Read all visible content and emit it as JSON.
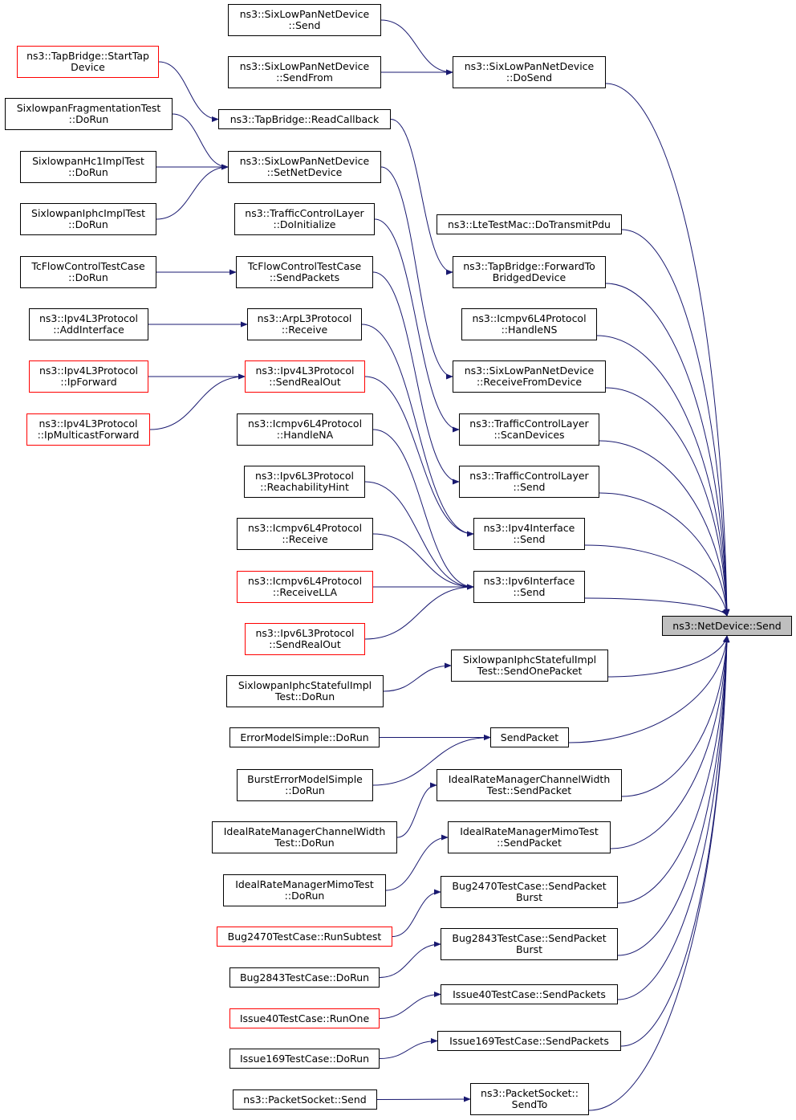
{
  "diagram_title": "",
  "colors": {
    "edge": "#191970",
    "box_border": "#000000",
    "truncated_border": "#ff0000",
    "focus_fill": "#bfbfbf"
  },
  "focus": {
    "line1": "ns3::NetDevice::Send",
    "line2": ""
  },
  "nodes": {
    "sixlow_send": {
      "line1": "ns3::SixLowPanNetDevice",
      "line2": "::Send"
    },
    "sixlow_sendfrom": {
      "line1": "ns3::SixLowPanNetDevice",
      "line2": "::SendFrom"
    },
    "sixlow_dosend": {
      "line1": "ns3::SixLowPanNetDevice",
      "line2": "::DoSend"
    },
    "tap_starttap": {
      "line1": "ns3::TapBridge::StartTap",
      "line2": "Device"
    },
    "sixlow_fragtest": {
      "line1": "SixlowpanFragmentationTest",
      "line2": "::DoRun"
    },
    "tap_readcb": {
      "line1": "ns3::TapBridge::ReadCallback",
      "line2": ""
    },
    "sixlow_hc1test": {
      "line1": "SixlowpanHc1ImplTest",
      "line2": "::DoRun"
    },
    "sixlow_setnet": {
      "line1": "ns3::SixLowPanNetDevice",
      "line2": "::SetNetDevice"
    },
    "sixlow_iphctest": {
      "line1": "SixlowpanIphcImplTest",
      "line2": "::DoRun"
    },
    "tcl_doinit": {
      "line1": "ns3::TrafficControlLayer",
      "line2": "::DoInitialize"
    },
    "lte_dotx": {
      "line1": "ns3::LteTestMac::DoTransmitPdu",
      "line2": ""
    },
    "tc_dorun": {
      "line1": "TcFlowControlTestCase",
      "line2": "::DoRun"
    },
    "tc_sendpackets": {
      "line1": "TcFlowControlTestCase",
      "line2": "::SendPackets"
    },
    "tap_forward": {
      "line1": "ns3::TapBridge::ForwardTo",
      "line2": "BridgedDevice"
    },
    "ipv4l3_addif": {
      "line1": "ns3::Ipv4L3Protocol",
      "line2": "::AddInterface"
    },
    "arp_receive": {
      "line1": "ns3::ArpL3Protocol",
      "line2": "::Receive"
    },
    "icmp6_handlens": {
      "line1": "ns3::Icmpv6L4Protocol",
      "line2": "::HandleNS"
    },
    "ipv4l3_ipforward": {
      "line1": "ns3::Ipv4L3Protocol",
      "line2": "::IpForward"
    },
    "ipv4l3_sendrealout": {
      "line1": "ns3::Ipv4L3Protocol",
      "line2": "::SendRealOut"
    },
    "sixlow_recvfrom": {
      "line1": "ns3::SixLowPanNetDevice",
      "line2": "::ReceiveFromDevice"
    },
    "ipv4l3_ipmcast": {
      "line1": "ns3::Ipv4L3Protocol",
      "line2": "::IpMulticastForward"
    },
    "icmp6_handlena": {
      "line1": "ns3::Icmpv6L4Protocol",
      "line2": "::HandleNA"
    },
    "tcl_scan": {
      "line1": "ns3::TrafficControlLayer",
      "line2": "::ScanDevices"
    },
    "ipv6l3_reach": {
      "line1": "ns3::Ipv6L3Protocol",
      "line2": "::ReachabilityHint"
    },
    "tcl_send": {
      "line1": "ns3::TrafficControlLayer",
      "line2": "::Send"
    },
    "icmp6_receive": {
      "line1": "ns3::Icmpv6L4Protocol",
      "line2": "::Receive"
    },
    "ipv4if_send": {
      "line1": "ns3::Ipv4Interface",
      "line2": "::Send"
    },
    "icmp6_recvlla": {
      "line1": "ns3::Icmpv6L4Protocol",
      "line2": "::ReceiveLLA"
    },
    "ipv6if_send": {
      "line1": "ns3::Ipv6Interface",
      "line2": "::Send"
    },
    "ipv6l3_sendrealout": {
      "line1": "ns3::Ipv6L3Protocol",
      "line2": "::SendRealOut"
    },
    "iphcstate_sendone": {
      "line1": "SixlowpanIphcStatefulImpl",
      "line2": "Test::SendOnePacket"
    },
    "iphcstate_dorun": {
      "line1": "SixlowpanIphcStatefulImpl",
      "line2": "Test::DoRun"
    },
    "errsimple_dorun": {
      "line1": "ErrorModelSimple::DoRun",
      "line2": ""
    },
    "sendpacket": {
      "line1": "SendPacket",
      "line2": ""
    },
    "bursterr_dorun": {
      "line1": "BurstErrorModelSimple",
      "line2": "::DoRun"
    },
    "idealcw_send": {
      "line1": "IdealRateManagerChannelWidth",
      "line2": "Test::SendPacket"
    },
    "idealcw_dorun": {
      "line1": "IdealRateManagerChannelWidth",
      "line2": "Test::DoRun"
    },
    "idealmimo_send": {
      "line1": "IdealRateManagerMimoTest",
      "line2": "::SendPacket"
    },
    "idealmimo_dorun": {
      "line1": "IdealRateManagerMimoTest",
      "line2": "::DoRun"
    },
    "bug2470_send": {
      "line1": "Bug2470TestCase::SendPacket",
      "line2": "Burst"
    },
    "bug2470_run": {
      "line1": "Bug2470TestCase::RunSubtest",
      "line2": ""
    },
    "bug2843_send": {
      "line1": "Bug2843TestCase::SendPacket",
      "line2": "Burst"
    },
    "bug2843_dorun": {
      "line1": "Bug2843TestCase::DoRun",
      "line2": ""
    },
    "issue40_send": {
      "line1": "Issue40TestCase::SendPackets",
      "line2": ""
    },
    "issue40_run": {
      "line1": "Issue40TestCase::RunOne",
      "line2": ""
    },
    "issue169_send": {
      "line1": "Issue169TestCase::SendPackets",
      "line2": ""
    },
    "issue169_dorun": {
      "line1": "Issue169TestCase::DoRun",
      "line2": ""
    },
    "psock_sendto": {
      "line1": "ns3::PacketSocket::",
      "line2": "SendTo"
    },
    "psock_send": {
      "line1": "ns3::PacketSocket::Send",
      "line2": ""
    }
  },
  "edges": [
    [
      "sixlow_send",
      "sixlow_dosend"
    ],
    [
      "sixlow_sendfrom",
      "sixlow_dosend"
    ],
    [
      "tap_starttap",
      "tap_readcb"
    ],
    [
      "sixlow_fragtest",
      "sixlow_setnet"
    ],
    [
      "sixlow_hc1test",
      "sixlow_setnet"
    ],
    [
      "sixlow_iphctest",
      "sixlow_setnet"
    ],
    [
      "tap_readcb",
      "tap_forward"
    ],
    [
      "sixlow_setnet",
      "sixlow_recvfrom"
    ],
    [
      "tcl_doinit",
      "tcl_scan"
    ],
    [
      "tc_dorun",
      "tc_sendpackets"
    ],
    [
      "tc_sendpackets",
      "tcl_send"
    ],
    [
      "ipv4l3_addif",
      "arp_receive"
    ],
    [
      "arp_receive",
      "ipv4if_send"
    ],
    [
      "ipv4l3_ipforward",
      "ipv4l3_sendrealout"
    ],
    [
      "ipv4l3_ipmcast",
      "ipv4l3_sendrealout"
    ],
    [
      "ipv4l3_sendrealout",
      "ipv4if_send"
    ],
    [
      "icmp6_handlena",
      "ipv6if_send"
    ],
    [
      "ipv6l3_reach",
      "ipv6if_send"
    ],
    [
      "icmp6_receive",
      "ipv6if_send"
    ],
    [
      "icmp6_recvlla",
      "ipv6if_send"
    ],
    [
      "ipv6l3_sendrealout",
      "ipv6if_send"
    ],
    [
      "iphcstate_dorun",
      "iphcstate_sendone"
    ],
    [
      "errsimple_dorun",
      "sendpacket"
    ],
    [
      "bursterr_dorun",
      "sendpacket"
    ],
    [
      "idealcw_dorun",
      "idealcw_send"
    ],
    [
      "idealmimo_dorun",
      "idealmimo_send"
    ],
    [
      "bug2470_run",
      "bug2470_send"
    ],
    [
      "bug2843_dorun",
      "bug2843_send"
    ],
    [
      "issue40_run",
      "issue40_send"
    ],
    [
      "issue169_dorun",
      "issue169_send"
    ],
    [
      "psock_send",
      "psock_sendto"
    ],
    [
      "sixlow_dosend",
      "focus"
    ],
    [
      "lte_dotx",
      "focus"
    ],
    [
      "tap_forward",
      "focus"
    ],
    [
      "icmp6_handlens",
      "focus"
    ],
    [
      "sixlow_recvfrom",
      "focus"
    ],
    [
      "tcl_scan",
      "focus"
    ],
    [
      "tcl_send",
      "focus"
    ],
    [
      "ipv4if_send",
      "focus"
    ],
    [
      "ipv6if_send",
      "focus"
    ],
    [
      "iphcstate_sendone",
      "focus"
    ],
    [
      "sendpacket",
      "focus"
    ],
    [
      "idealcw_send",
      "focus"
    ],
    [
      "idealmimo_send",
      "focus"
    ],
    [
      "bug2470_send",
      "focus"
    ],
    [
      "bug2843_send",
      "focus"
    ],
    [
      "issue40_send",
      "focus"
    ],
    [
      "issue169_send",
      "focus"
    ],
    [
      "psock_sendto",
      "focus"
    ]
  ]
}
